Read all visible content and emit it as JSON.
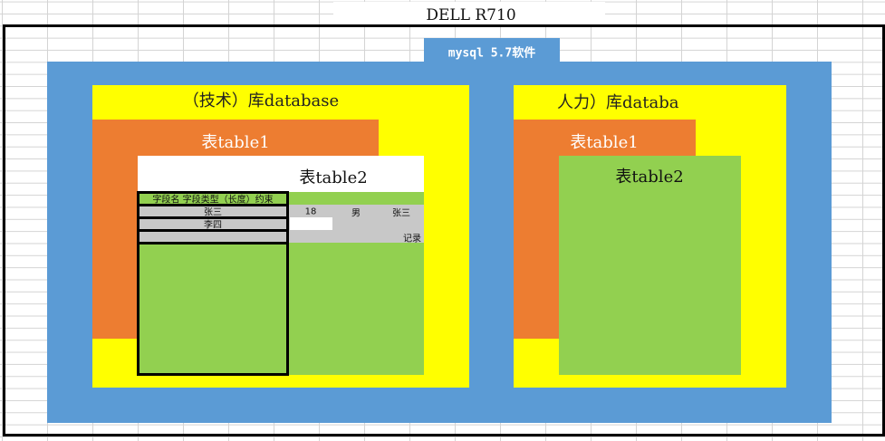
{
  "sheet_title": "DELL R710",
  "software_label": "mysql 5.7软件",
  "colors": {
    "blue": "#5b9bd5",
    "yellow": "#ffff00",
    "orange": "#ed7d31",
    "green": "#92d050",
    "grey": "#c8c8c8"
  },
  "left_db": {
    "title": "（技术）库database",
    "table1": "表table1",
    "table2": "表table2",
    "rows": {
      "header": "字段名 字段类型（长度）约束",
      "r1": "张三",
      "r1_age": "18",
      "r1_sex": "男",
      "r1_name": "张三",
      "r2": "李四",
      "r3_note": "记录"
    }
  },
  "right_db": {
    "title": "人力）库databa",
    "table1": "表table1",
    "table2": "表table2"
  }
}
